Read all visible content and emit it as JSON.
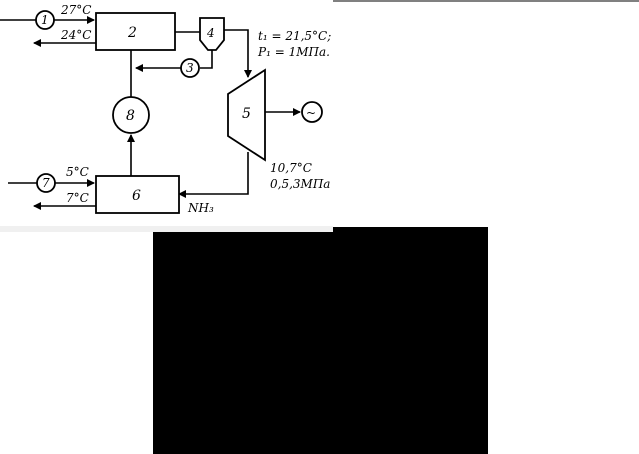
{
  "components": {
    "c1": "1",
    "c2": "2",
    "c3": "3",
    "c4": "4",
    "c5": "5",
    "c6": "6",
    "c7": "7",
    "c8": "8"
  },
  "temperatures": {
    "hot_in": "27°C",
    "hot_out": "24°C",
    "cold_in": "5°C",
    "cold_out": "7°C"
  },
  "turbine_inlet": {
    "t1": "t₁ = 21,5°C;",
    "p1": "P₁ = 1МПа."
  },
  "turbine_outlet": {
    "t2": "10,7°C",
    "p2": "0,5,3МПа"
  },
  "working_fluid": "NH₃",
  "generator_symbol": "~",
  "colors": {
    "ink": "#000000",
    "background": "#ffffff",
    "redaction": "#000000"
  }
}
